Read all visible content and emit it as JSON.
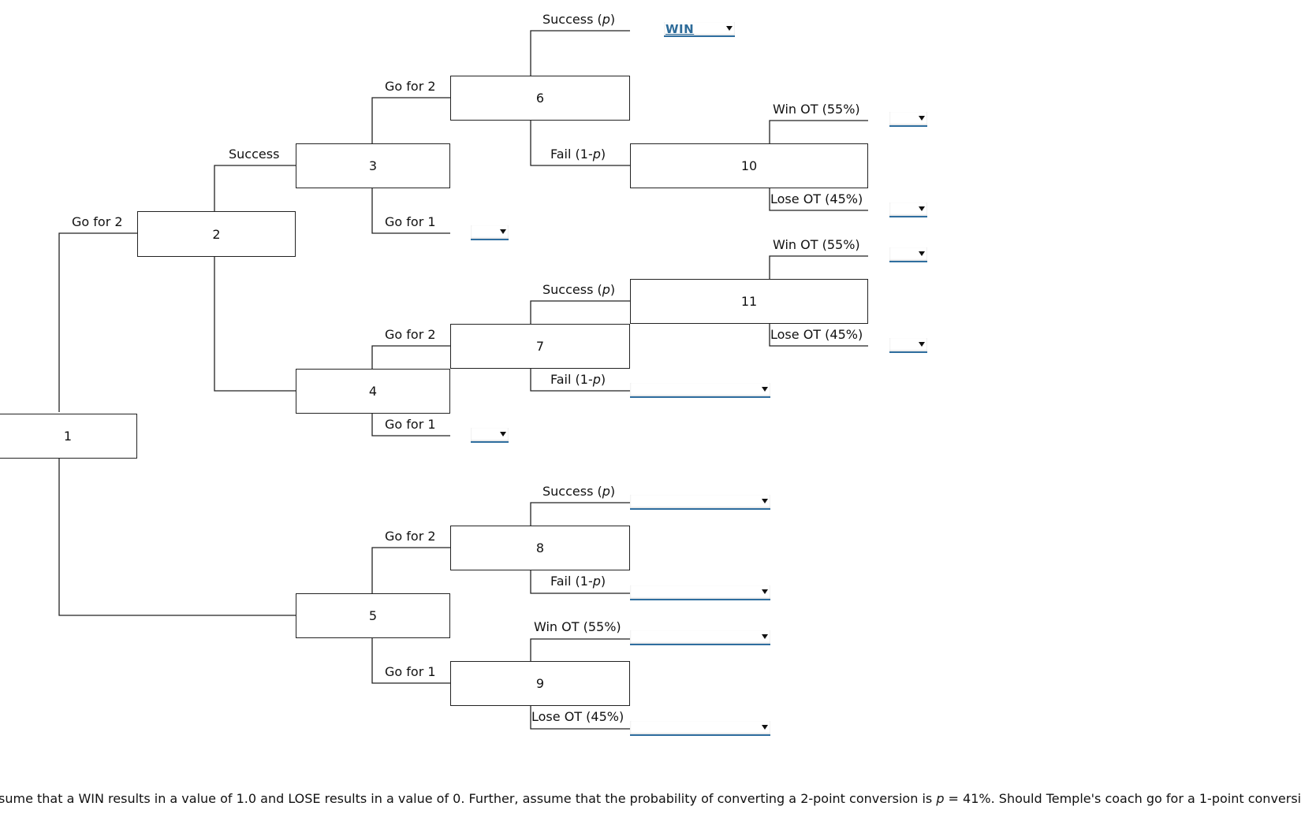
{
  "nodes": {
    "n1": "1",
    "n2": "2",
    "n3": "3",
    "n4": "4",
    "n5": "5",
    "n6": "6",
    "n7": "7",
    "n8": "8",
    "n9": "9",
    "n10": "10",
    "n11": "11"
  },
  "branches": {
    "b1_go2": "Go for 2",
    "b2_success": "Success",
    "b3_go2": "Go for 2",
    "b3_go1": "Go for 1",
    "b6_success": "Success",
    "b6_p": "p",
    "b6_fail": "Fail (1-",
    "b6_fail_p": "p",
    "b10_win": "Win OT (55%)",
    "b10_lose": "Lose OT (45%)",
    "b11_win": "Win OT (55%)",
    "b11_lose": "Lose OT (45%)",
    "b4_go2": "Go for 2",
    "b4_go1": "Go for 1",
    "b7_success": "Success",
    "b7_p": "p",
    "b7_fail": "Fail (1-",
    "b7_fail_p": "p",
    "b5_go2": "Go for 2",
    "b5_go1": "Go for 1",
    "b8_success": "Success",
    "b8_p": "p",
    "b8_fail": "Fail (1-",
    "b8_fail_p": "p",
    "b9_win": "Win OT (55%)",
    "b9_lose": "Lose OT (45%)"
  },
  "dropdowns": {
    "d6_success": "WIN",
    "d10_win": "",
    "d10_lose": "",
    "d3_go1": "",
    "d11_win": "",
    "d11_lose": "",
    "d7_fail": "",
    "d4_go1": "",
    "d8_success": "",
    "d8_fail": "",
    "d9_win": "",
    "d9_lose": ""
  },
  "footer": {
    "part1": "sume that a WIN results in a value of 1.0 and LOSE results in a value of 0. Further, assume that the probability of converting a 2-point conversion is ",
    "p": "p",
    "part2": " = 41%. Should Temple's coach go for a 1-point conversi"
  },
  "colors": {
    "dropdown_underline": "#2f6e9f",
    "selected_value": "#2d6b99"
  }
}
